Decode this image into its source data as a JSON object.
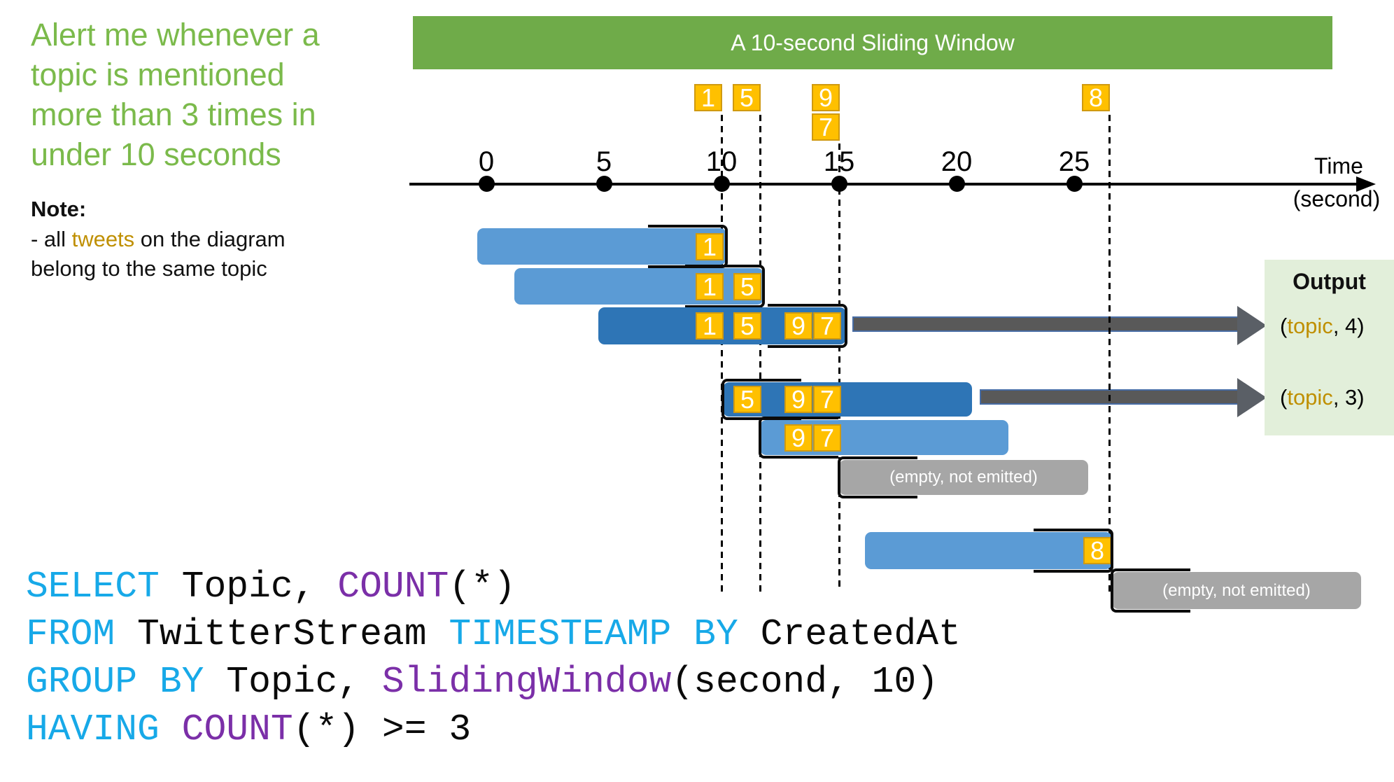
{
  "slide": {
    "headline": {
      "lines": [
        "Alert me whenever a",
        "topic is mentioned",
        "more than 3 times in",
        "under 10 seconds"
      ]
    },
    "note": {
      "title": "Note:",
      "line1_prefix": "- all ",
      "line1_highlight": "tweets",
      "line1_suffix": " on the diagram",
      "line2": "belong to the same topic"
    },
    "banner": {
      "label": "A 10-second Sliding Window"
    },
    "timeline": {
      "ticks": [
        "0",
        "5",
        "10",
        "15",
        "20",
        "25"
      ],
      "unit_label": "Time",
      "unit_sub": "(second)"
    },
    "events": [
      {
        "label": "1",
        "time": 10,
        "stack": 0
      },
      {
        "label": "5",
        "time": 11.65,
        "stack": 0
      },
      {
        "label": "9",
        "time": 15,
        "stack": 0
      },
      {
        "label": "7",
        "time": 15,
        "stack": 1
      },
      {
        "label": "8",
        "time": 26.5,
        "stack": 0
      }
    ],
    "windows": [
      {
        "id": "w1",
        "t_start": -0.4,
        "t_end": 10.2,
        "shade": "light",
        "badges": [
          "1"
        ],
        "bracket": "right"
      },
      {
        "id": "w2",
        "t_start": 1.2,
        "t_end": 11.8,
        "shade": "light",
        "badges": [
          "1",
          "5"
        ],
        "bracket": "right"
      },
      {
        "id": "w3",
        "t_start": 4.75,
        "t_end": 15.3,
        "shade": "dark",
        "badges": [
          "1",
          "5",
          "9",
          "7"
        ],
        "bracket": "right",
        "emits": "(topic, 4)"
      },
      {
        "id": "w4",
        "t_start": 10.05,
        "t_end": 20.65,
        "shade": "dark",
        "badges": [
          "5",
          "9",
          "7"
        ],
        "bracket": "left",
        "emits": "(topic, 3)"
      },
      {
        "id": "w5",
        "t_start": 11.65,
        "t_end": 22.2,
        "shade": "light",
        "badges": [
          "9",
          "7"
        ],
        "bracket": "left"
      },
      {
        "id": "w6",
        "t_start": 15.0,
        "t_end": 25.6,
        "shade": "gray",
        "badges": [],
        "bracket": "left",
        "label": "(empty, not emitted)"
      },
      {
        "id": "w7",
        "t_start": 16.1,
        "t_end": 26.6,
        "shade": "light",
        "badges": [
          "8"
        ],
        "bracket": "right"
      },
      {
        "id": "w8",
        "t_start": 26.6,
        "t_end": 37.2,
        "shade": "gray",
        "badges": [],
        "bracket": "left",
        "label": "(empty, not emitted)"
      }
    ],
    "output": {
      "title": "Output",
      "entries": [
        {
          "open": "(",
          "topic": "topic",
          "rest": ", 4)"
        },
        {
          "open": "(",
          "topic": "topic",
          "rest": ", 3)"
        }
      ]
    },
    "sql": {
      "lines": [
        [
          {
            "t": "SELECT",
            "c": "kw"
          },
          {
            "t": " Topic, ",
            "c": "pl"
          },
          {
            "t": "COUNT",
            "c": "fn"
          },
          {
            "t": "(*)",
            "c": "pl"
          }
        ],
        [
          {
            "t": "FROM",
            "c": "kw"
          },
          {
            "t": " TwitterStream ",
            "c": "pl"
          },
          {
            "t": "TIMESTEAMP BY",
            "c": "kw"
          },
          {
            "t": " CreatedAt",
            "c": "pl"
          }
        ],
        [
          {
            "t": "GROUP BY",
            "c": "kw"
          },
          {
            "t": " Topic, ",
            "c": "pl"
          },
          {
            "t": "SlidingWindow",
            "c": "fn"
          },
          {
            "t": "(second, 10)",
            "c": "pl"
          }
        ],
        [
          {
            "t": "HAVING",
            "c": "kw"
          },
          {
            "t": " ",
            "c": "pl"
          },
          {
            "t": "COUNT",
            "c": "fn"
          },
          {
            "t": "(*) >= 3",
            "c": "pl"
          }
        ]
      ]
    },
    "colors": {
      "heading_green": "#7BBA4B",
      "banner_green": "#6FAB49",
      "window_light": "#5B9BD5",
      "window_dark": "#2E75B6",
      "window_gray": "#A6A6A6",
      "badge_fill": "#FFC000",
      "badge_border": "#D09A10",
      "gold_text": "#BF8F00",
      "arrow_fill": "#595959",
      "arrow_border": "#476CA4",
      "output_bg": "#E2EFDA",
      "sql_keyword": "#17A9E8",
      "sql_function": "#7B2FA8"
    }
  }
}
